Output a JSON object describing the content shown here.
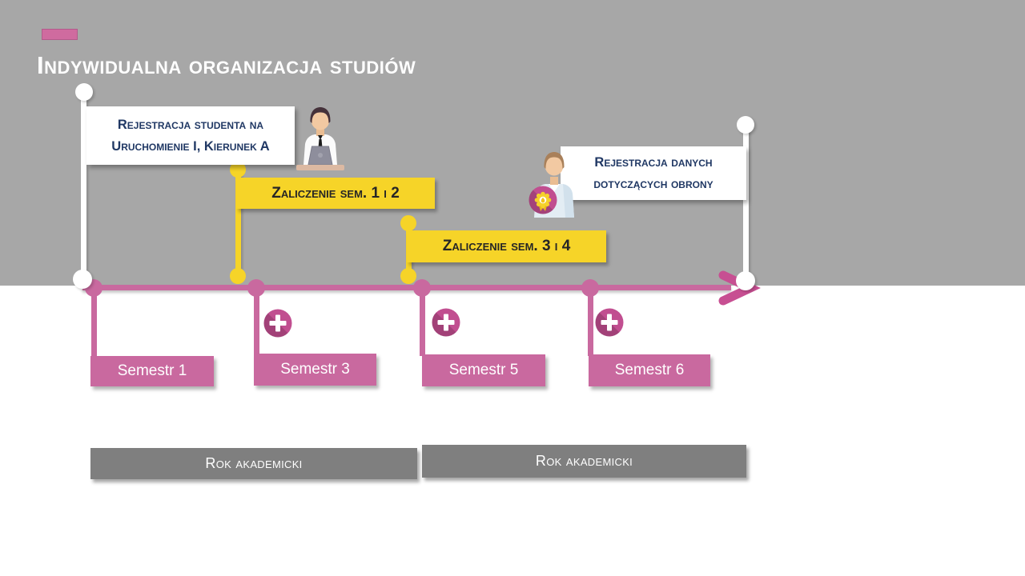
{
  "slide": {
    "title": "Indywidualna organizacja studiów",
    "colors": {
      "background_top": "#a7a7a7",
      "background_bottom": "#ffffff",
      "accent_pink": "#c9699f",
      "accent_pink_strong": "#c14e90",
      "accent_yellow": "#f6d428",
      "text_navy": "#203864",
      "year_bar_gray": "#7f7f7f"
    }
  },
  "timeline": {
    "events": [
      {
        "id": "registration-start",
        "line1": "Rejestracja studenta na",
        "line2": "Uruchomienie I,  Kierunek A",
        "icon": "student-laptop-icon"
      },
      {
        "id": "zaliczenie-sem-1-2",
        "label": "Zaliczenie sem. 1 i 2"
      },
      {
        "id": "zaliczenie-sem-3-4",
        "label": "Zaliczenie sem. 3 i 4"
      },
      {
        "id": "defense-data",
        "line1": "Rejestracja danych",
        "line2": "dotyczących obrony",
        "icon": "graduate-medal-icon"
      }
    ],
    "semesters": [
      {
        "label": "Semestr 1",
        "has_plus": false
      },
      {
        "label": "Semestr 3",
        "has_plus": true
      },
      {
        "label": "Semestr 5",
        "has_plus": true
      },
      {
        "label": "Semestr 6",
        "has_plus": true
      }
    ],
    "years": [
      {
        "label": "Rok akademicki"
      },
      {
        "label": "Rok akademicki"
      }
    ]
  }
}
